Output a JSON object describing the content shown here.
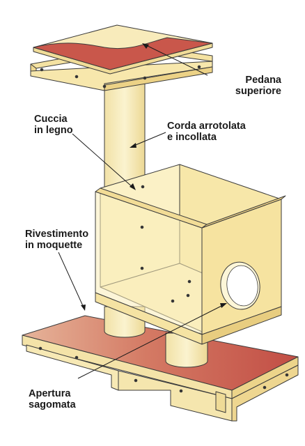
{
  "labels": {
    "pedana": {
      "line1": "Pedana",
      "line2": "superiore"
    },
    "cuccia": {
      "line1": "Cuccia",
      "line2": "in legno"
    },
    "corda": {
      "line1": "Corda arrotolata",
      "line2": "e incollata"
    },
    "rivestimento": {
      "line1": "Rivestimento",
      "line2": "in moquette"
    },
    "apertura": {
      "line1": "Apertura",
      "line2": "sagomata"
    }
  },
  "colors": {
    "wood": "#f7e9b5",
    "wood_light": "#fbf2cc",
    "wood_dark": "#efd98d",
    "carpet": "#c9544a",
    "carpet_light": "#e9b79a",
    "outline": "#3a3a3a",
    "leader": "#1a1a1a"
  }
}
